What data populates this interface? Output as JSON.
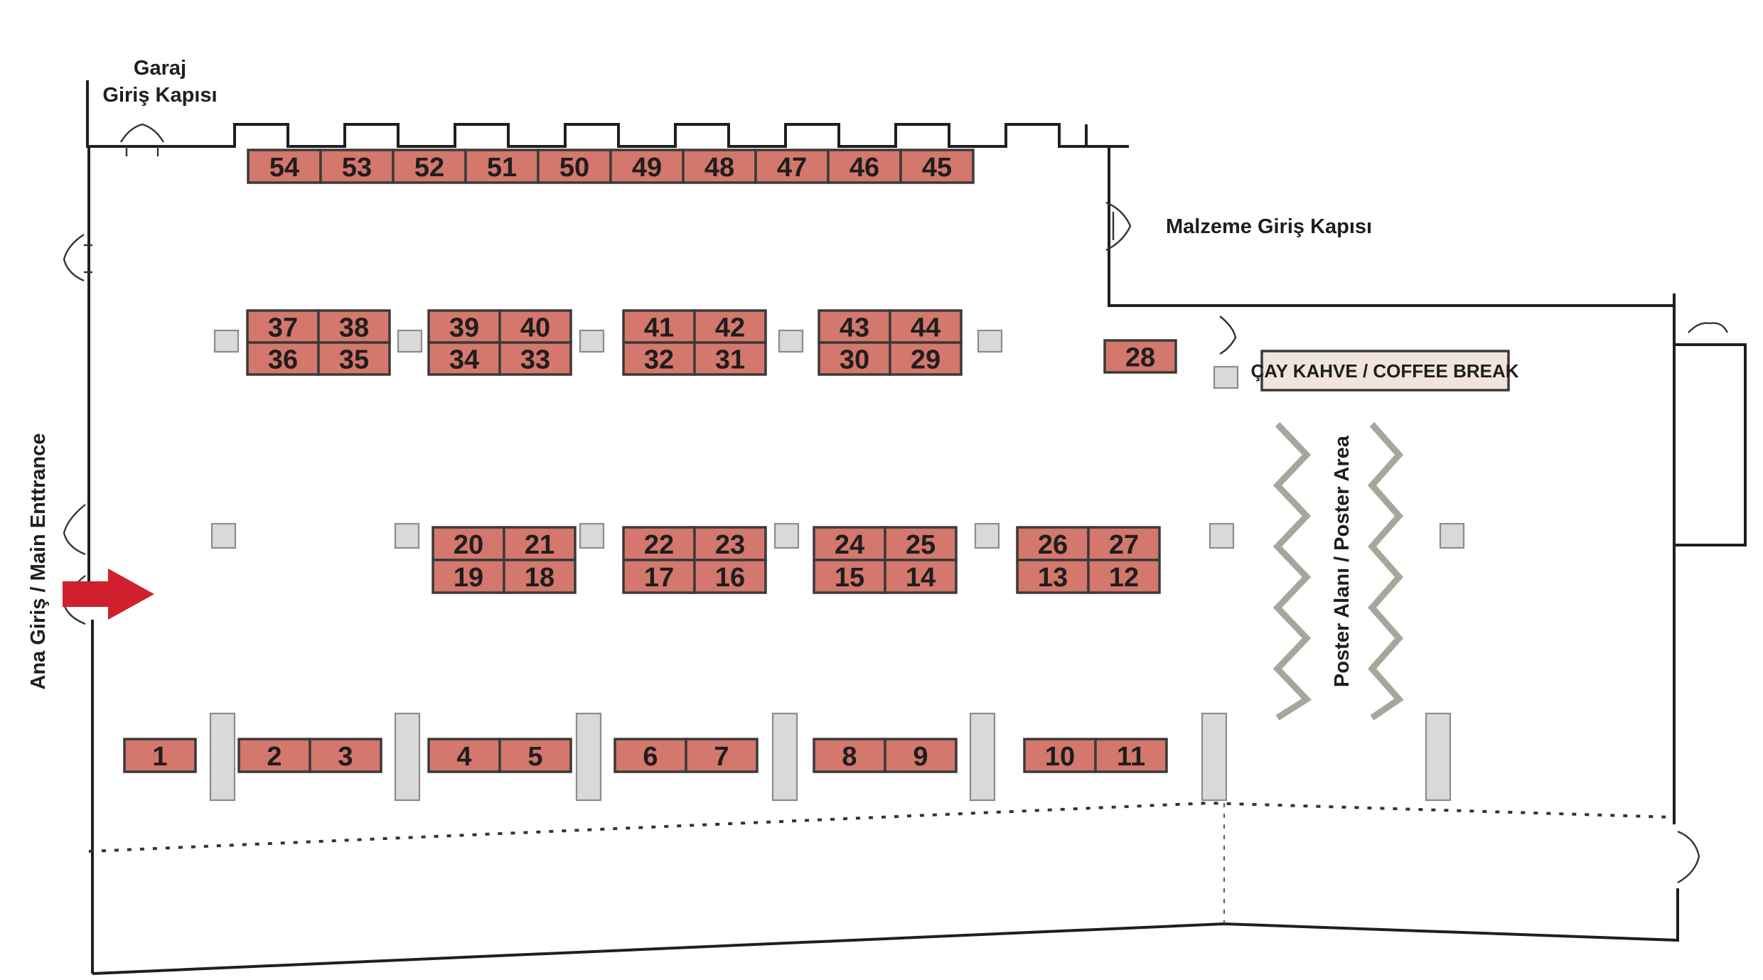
{
  "labels": {
    "garage_door_line1": "Garaj",
    "garage_door_line2": "Giriş Kapısı",
    "material_door": "Malzeme Giriş Kapısı",
    "main_entrance": "Ana Giriş / Main Enttrance",
    "coffee_break": "ÇAY KAHVE / COFFEE BREAK",
    "poster_area": "Poster Alanı / Poster Area"
  },
  "colors": {
    "booth_fill": "#d4776c",
    "booth_border": "#3a3a3a",
    "pillar_fill": "#d9d9d9",
    "coffee_fill": "#f1e4dc",
    "arrow": "#d01f2d",
    "poster_zigzag": "#a6a69a"
  },
  "icons": {
    "entrance_arrow": "right-arrow-icon",
    "doors": "double-door-icon"
  },
  "booths": {
    "top_row": [
      "54",
      "53",
      "52",
      "51",
      "50",
      "49",
      "48",
      "47",
      "46",
      "45"
    ],
    "row_a": [
      [
        "37",
        "38",
        "36",
        "35"
      ],
      [
        "39",
        "40",
        "34",
        "33"
      ],
      [
        "41",
        "42",
        "32",
        "31"
      ],
      [
        "43",
        "44",
        "30",
        "29"
      ]
    ],
    "single_28": "28",
    "row_b": [
      [
        "20",
        "21",
        "19",
        "18"
      ],
      [
        "22",
        "23",
        "17",
        "16"
      ],
      [
        "24",
        "25",
        "15",
        "14"
      ],
      [
        "26",
        "27",
        "13",
        "12"
      ]
    ],
    "bottom_row": [
      [
        "1"
      ],
      [
        "2",
        "3"
      ],
      [
        "4",
        "5"
      ],
      [
        "6",
        "7"
      ],
      [
        "8",
        "9"
      ],
      [
        "10",
        "11"
      ]
    ]
  }
}
